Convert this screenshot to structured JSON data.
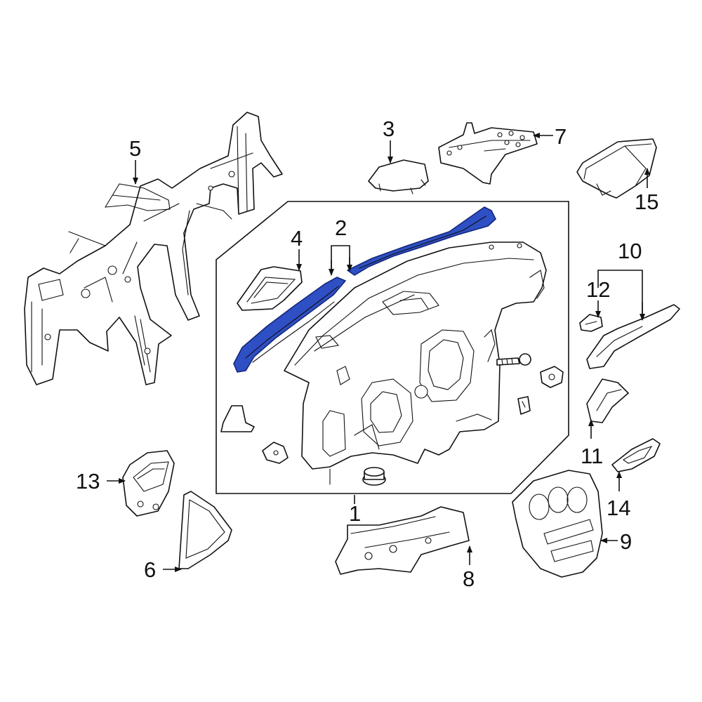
{
  "colors": {
    "highlight": "#2f4fc4",
    "highlight_stroke": "#13277a",
    "line": "#111111",
    "background": "#ffffff"
  },
  "callouts": {
    "c1": "1",
    "c2": "2",
    "c3": "3",
    "c4": "4",
    "c5": "5",
    "c6": "6",
    "c7": "7",
    "c8": "8",
    "c9": "9",
    "c10": "10",
    "c11": "11",
    "c12": "12",
    "c13": "13",
    "c14": "14",
    "c15": "15"
  },
  "highlighted_part": "2"
}
